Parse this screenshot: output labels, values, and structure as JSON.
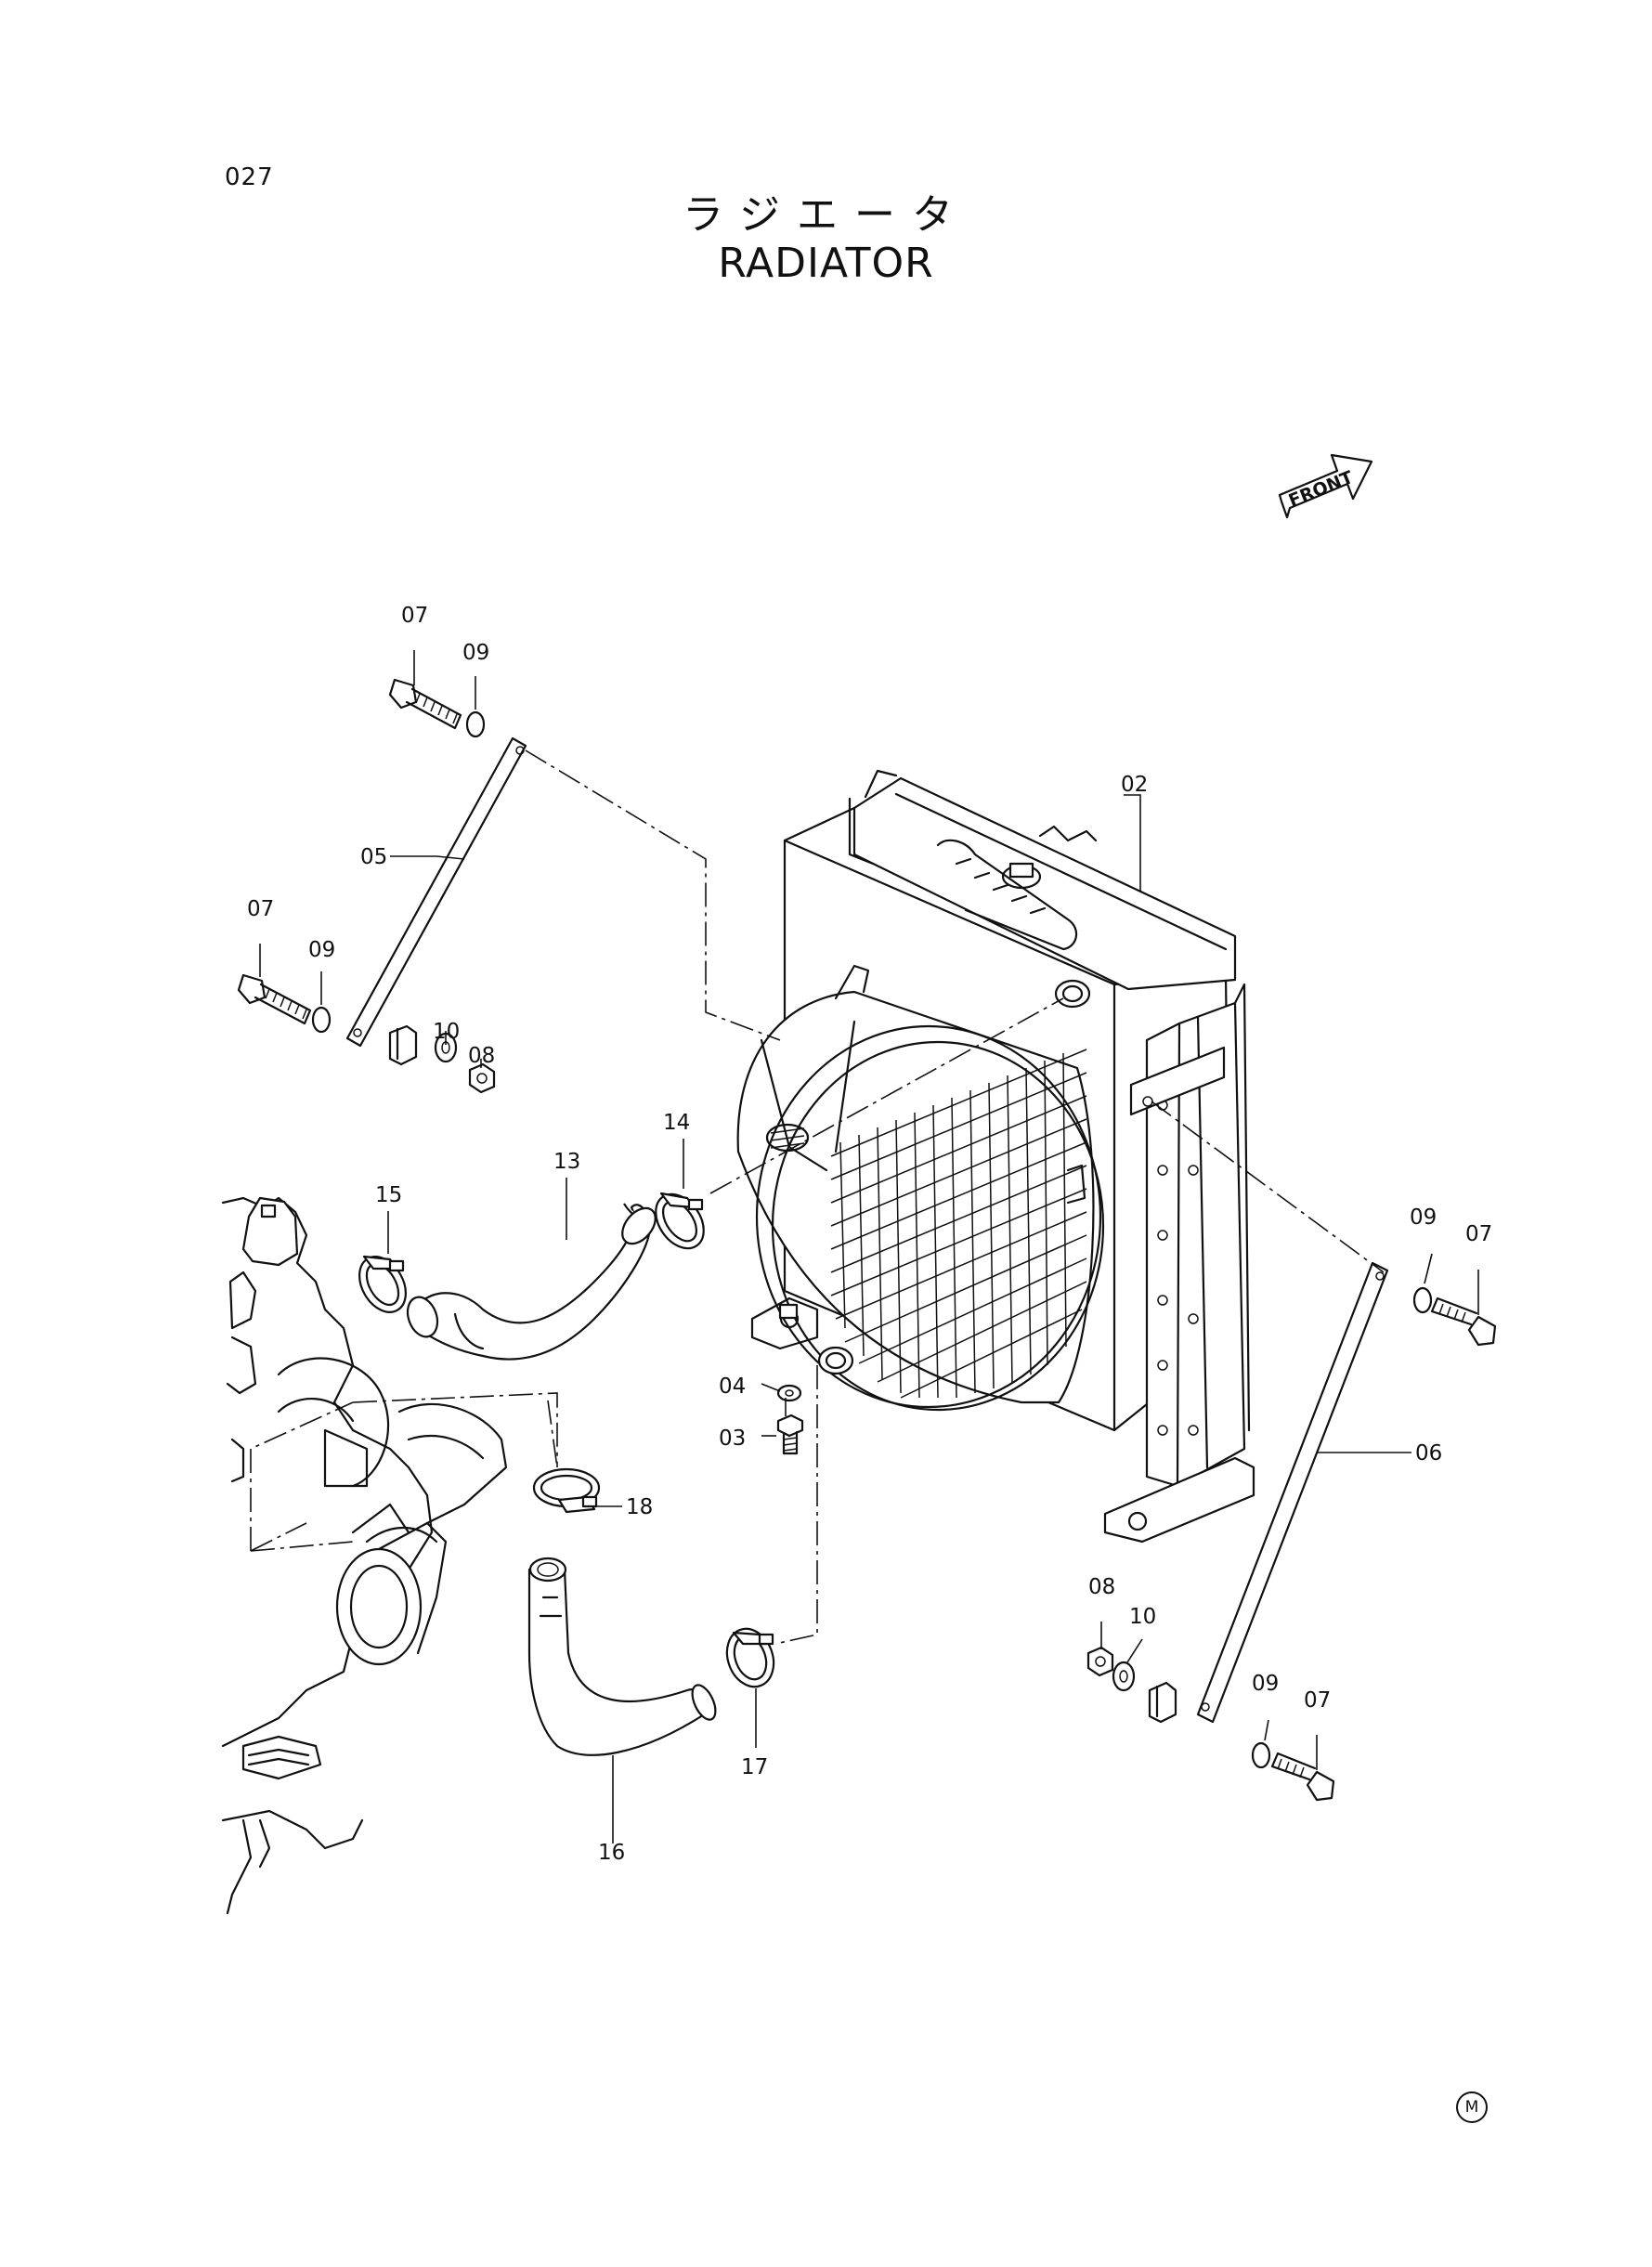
{
  "page_number": "027",
  "title_jp": "ラジエータ",
  "title_en": "RADIATOR",
  "direction_label": "FRONT",
  "mark": "M",
  "callouts": {
    "c02": "02",
    "c03": "03",
    "c04": "04",
    "c05": "05",
    "c06": "06",
    "c07a": "07",
    "c07b": "07",
    "c07c": "07",
    "c07d": "07",
    "c08a": "08",
    "c08b": "08",
    "c09a": "09",
    "c09b": "09",
    "c09c": "09",
    "c09d": "09",
    "c10a": "10",
    "c10b": "10",
    "c13": "13",
    "c14": "14",
    "c15": "15",
    "c16": "16",
    "c17": "17",
    "c18": "18"
  }
}
